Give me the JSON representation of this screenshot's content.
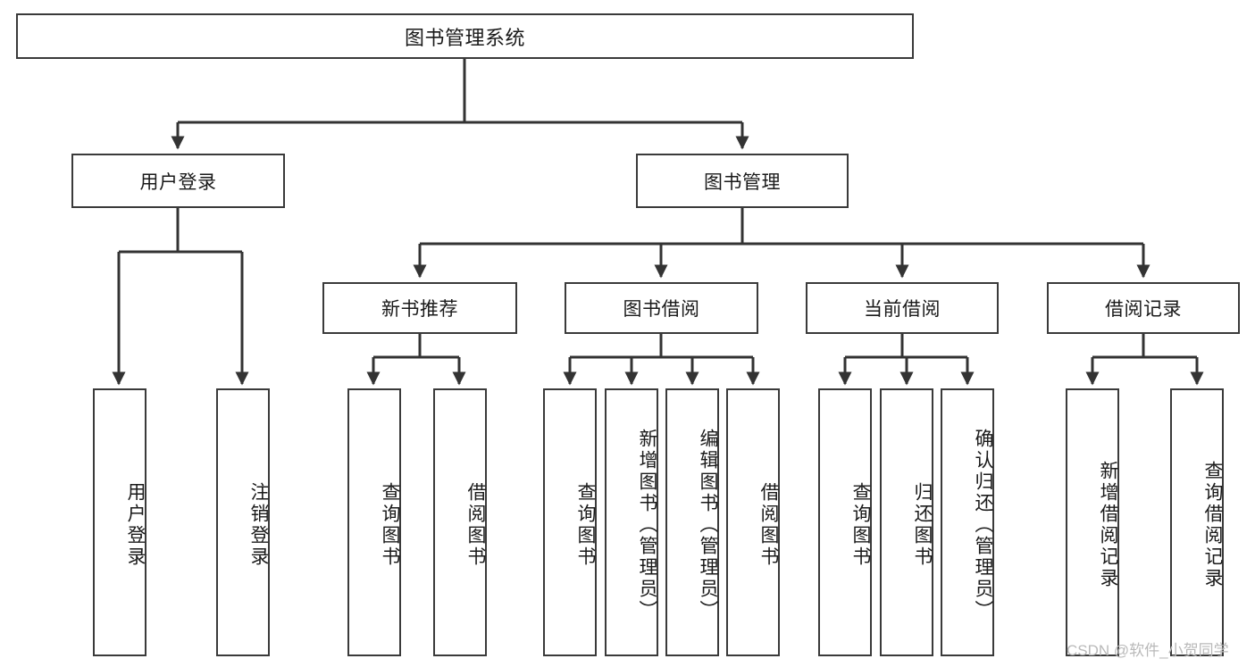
{
  "diagram": {
    "type": "hierarchy-tree",
    "title": "图书管理系统",
    "watermark": "CSDN @软件_小贺同学",
    "colors": {
      "background": "#ffffff",
      "box_border": "#3a3a3a",
      "box_fill": "#ffffff",
      "connector": "#333333",
      "text": "#1a1a1a",
      "watermark": "#b9b9b9"
    },
    "levels": {
      "root": {
        "label": "图书管理系统"
      },
      "level2": [
        {
          "label": "用户登录"
        },
        {
          "label": "图书管理"
        }
      ],
      "level3": [
        {
          "label": "新书推荐"
        },
        {
          "label": "图书借阅"
        },
        {
          "label": "当前借阅"
        },
        {
          "label": "借阅记录"
        }
      ],
      "leaves": {
        "user_login": [
          {
            "label": "用户登录"
          },
          {
            "label": "注销登录"
          }
        ],
        "new_book_rec": [
          {
            "label": "查询图书"
          },
          {
            "label": "借阅图书"
          }
        ],
        "book_borrow": [
          {
            "label": "查询图书"
          },
          {
            "label": "新增图书（管理员）"
          },
          {
            "label": "编辑图书（管理员）"
          },
          {
            "label": "借阅图书"
          }
        ],
        "current_borrow": [
          {
            "label": "查询图书"
          },
          {
            "label": "归还图书"
          },
          {
            "label": "确认归还（管理员）"
          }
        ],
        "borrow_record": [
          {
            "label": "新增借阅记录"
          },
          {
            "label": "查询借阅记录"
          }
        ]
      }
    }
  }
}
